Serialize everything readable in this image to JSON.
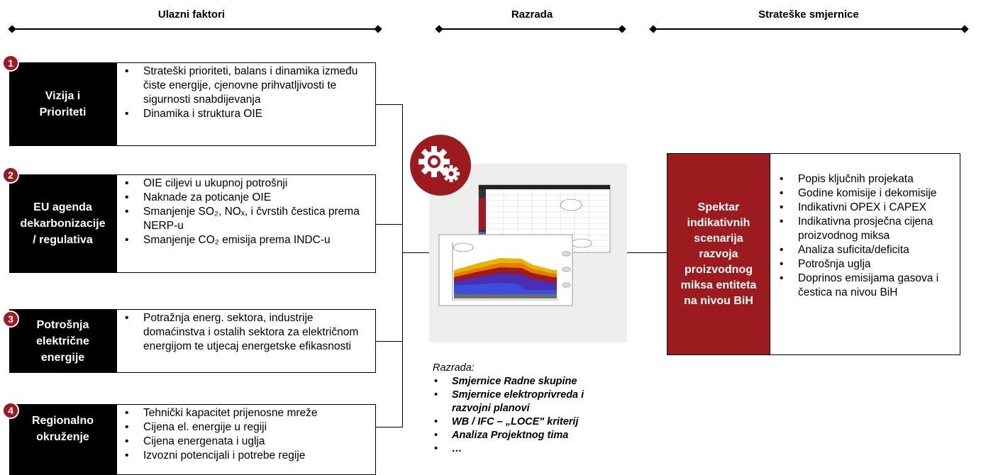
{
  "headers": {
    "left": "Ulazni faktori",
    "center": "Razrada",
    "right": "Strateške smjernice"
  },
  "factors": [
    {
      "number": "1",
      "title": "Vizija i\nPrioriteti",
      "items": [
        "Strateški prioriteti, balans i dinamika između čiste energije, cjenovne prihvatljivosti te sigurnosti snabdijevanja",
        "Dinamika i struktura OIE"
      ]
    },
    {
      "number": "2",
      "title": "EU agenda\ndekarbonizacije\n/ regulativa",
      "items": [
        "OIE ciljevi u ukupnoj potrošnji",
        "Naknade za poticanje OIE",
        "Smanjenje SO₂, NOₓ, i čvrstih čestica prema NERP-u",
        "Smanjenje CO₂ emisija prema INDC-u"
      ]
    },
    {
      "number": "3",
      "title": "Potrošnja\nelektrične\nenergije",
      "items": [
        "Potražnja energ. sektora, industrije domaćinstva i ostalih sektora za električnom energijom te utjecaj energetske efikasnosti"
      ]
    },
    {
      "number": "4",
      "title": "Regionalno\nokruženje",
      "items": [
        "Tehnički kapacitet prijenosne mreže",
        "Cijena el. energije u regiji",
        "Cijena energenata i uglja",
        "Izvozni potencijali i potrebe regije"
      ]
    }
  ],
  "razrada": {
    "title": "Razrada:",
    "items": [
      "Smjernice Radne skupine",
      "Smjernice elektroprivreda i razvojni planovi",
      "WB / IFC – „LOCE\" kriterij",
      "Analiza Projektnog tima",
      "…"
    ]
  },
  "output": {
    "title": "Spektar\nindikativnih\nscenarija\nrazvoja\nproizvodnog\nmiksa entiteta\nna nivou BiH",
    "items": [
      "Popis ključnih projekata",
      "Godine komisije i dekomisije",
      "Indikativni OPEX i CAPEX",
      "Indikativna prosječna cijena proizvodnog miksa",
      "Analiza suficita/deficita",
      "Potrošnja uglja",
      "Doprinos emisijama gasova i čestica na nivou BiH"
    ]
  },
  "icons": {
    "process": "gears-icon"
  },
  "colors": {
    "accent": "#9b1b1e",
    "factor_box": "#000000",
    "panel": "#eeeeee"
  }
}
